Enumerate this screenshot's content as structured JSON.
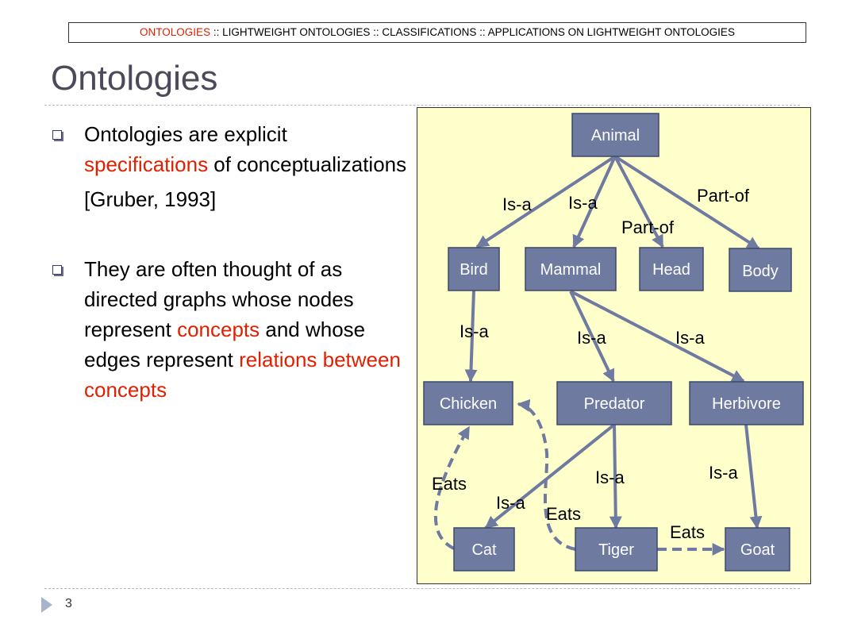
{
  "breadcrumb": {
    "active": "ONTOLOGIES",
    "rest": " ::  LIGHTWEIGHT ONTOLOGIES :: CLASSIFICATIONS :: APPLICATIONS ON LIGHTWEIGHT ONTOLOGIES"
  },
  "title": "Ontologies",
  "bullets": {
    "first": {
      "text_a": "Ontologies are explicit ",
      "highlight": "specifications",
      "text_b": " of conceptualizations",
      "citation": "[Gruber, 1993]"
    },
    "second": {
      "text_a": "They are often thought of as directed graphs whose nodes represent ",
      "highlight_a": "concepts",
      "text_b": " and whose edges represent ",
      "highlight_b": "relations between concepts"
    }
  },
  "diagram": {
    "nodes": {
      "animal": "Animal",
      "bird": "Bird",
      "mammal": "Mammal",
      "head": "Head",
      "body": "Body",
      "chicken": "Chicken",
      "predator": "Predator",
      "herbivore": "Herbivore",
      "cat": "Cat",
      "tiger": "Tiger",
      "goat": "Goat"
    },
    "edges": {
      "animal_bird": "Is-a",
      "animal_mammal": "Is-a",
      "animal_head": "Part-of",
      "animal_body": "Part-of",
      "bird_chicken": "Is-a",
      "mammal_predator": "Is-a",
      "mammal_herbivore": "Is-a",
      "predator_cat": "Is-a",
      "predator_tiger": "Is-a",
      "herbivore_goat": "Is-a",
      "cat_chicken": "Eats",
      "tiger_chicken": "Eats",
      "tiger_goat": "Eats"
    }
  },
  "page_number": "3",
  "colors": {
    "accent": "#e02000",
    "node_fill": "#6e7aa0",
    "diagram_bg": "#ffffcc"
  }
}
